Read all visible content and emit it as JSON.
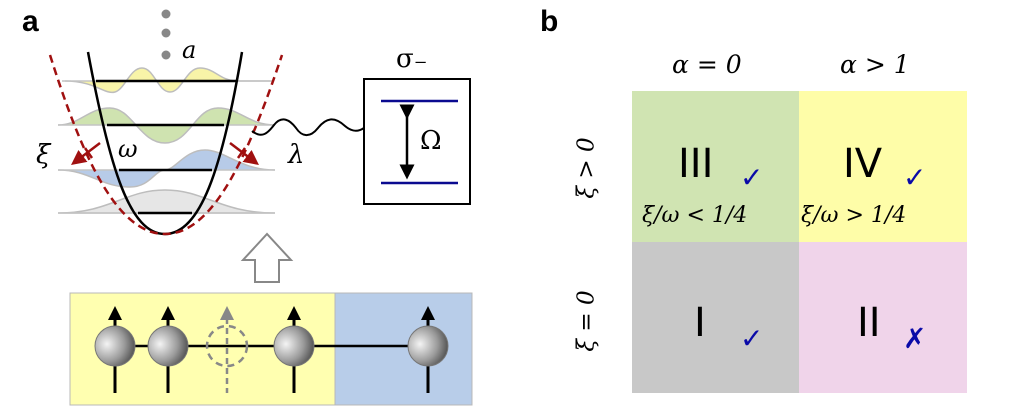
{
  "panel_a": {
    "label": "a",
    "symbols": {
      "mode_operator": "a",
      "frequency": "ω",
      "squeezing": "ξ",
      "coupling": "λ",
      "qubit_operator": "σ₋",
      "rabi": "Ω"
    },
    "colors": {
      "trap": "#000000",
      "squeezed_trap": "#a01010",
      "level_yellow": "#f8f4a8",
      "level_green": "#cfe3b0",
      "level_blue": "#b7cbe8",
      "level_gray": "#e6e6e6",
      "qubit_levels": "#0a0a90",
      "chain_yellow": "#ffffb0",
      "chain_blue": "#b8cde9"
    },
    "chain": {
      "regions": [
        "yellow",
        "blue"
      ],
      "spins": [
        {
          "state": "up",
          "style": "solid"
        },
        {
          "state": "up",
          "style": "solid"
        },
        {
          "state": "up",
          "style": "dashed-vacancy"
        },
        {
          "state": "up",
          "style": "solid"
        },
        {
          "state": "up",
          "style": "solid"
        }
      ]
    }
  },
  "panel_b": {
    "label": "b",
    "columns": [
      "α = 0",
      "α > 1"
    ],
    "rows": [
      "ξ > 0",
      "ξ = 0"
    ],
    "cells": [
      {
        "id": "III",
        "condition": "ξ/ω < 1/4",
        "status": "✓",
        "color": "#d0e4b2"
      },
      {
        "id": "IV",
        "condition": "ξ/ω > 1/4",
        "status": "✓",
        "color": "#fefda8"
      },
      {
        "id": "I",
        "condition": "",
        "status": "✓",
        "color": "#c8c8c8"
      },
      {
        "id": "II",
        "condition": "",
        "status": "✗",
        "color": "#f0d4ea"
      }
    ]
  }
}
